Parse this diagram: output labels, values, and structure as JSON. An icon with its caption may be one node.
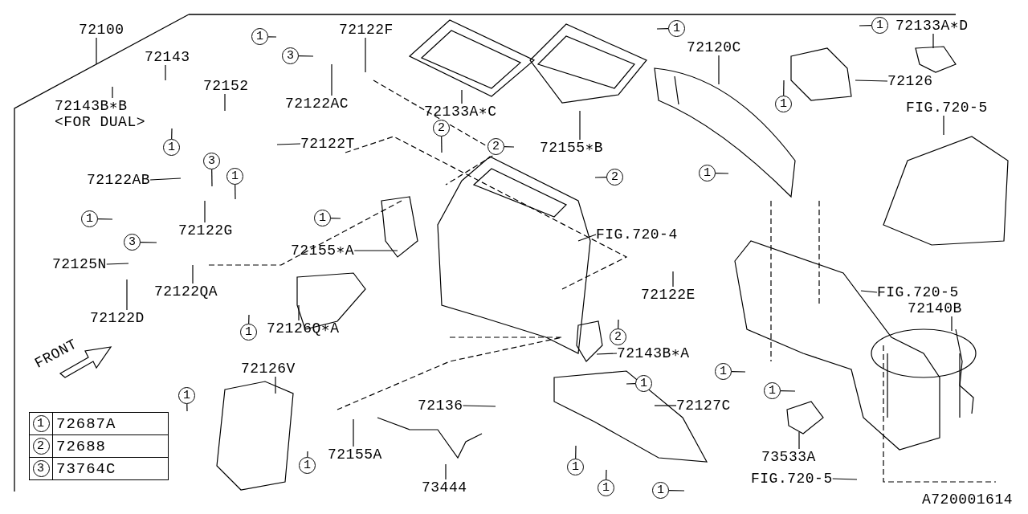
{
  "diagram": {
    "nodes": [
      {
        "text": [
          "1"
        ]
      },
      {
        "text": [
          "72133A∗D"
        ]
      },
      {
        "text": [
          "1"
        ]
      },
      {
        "text": [
          "72100"
        ]
      },
      {
        "text": [
          "72122F"
        ]
      },
      {
        "text": [
          "1"
        ]
      },
      {
        "text": [
          "72120C"
        ]
      },
      {
        "text": [
          "3"
        ]
      },
      {
        "text": [
          "72143"
        ]
      },
      {
        "text": [
          "72126"
        ]
      },
      {
        "text": [
          "72152"
        ]
      },
      {
        "text": [
          "72143B∗B",
          "<FOR DUAL>"
        ]
      },
      {
        "text": [
          "72122AC"
        ]
      },
      {
        "text": [
          "1"
        ]
      },
      {
        "text": [
          "FIG.720-5"
        ]
      },
      {
        "text": [
          "72133A∗C"
        ]
      },
      {
        "text": [
          "2"
        ]
      },
      {
        "text": [
          "72122T"
        ]
      },
      {
        "text": [
          "1"
        ]
      },
      {
        "text": [
          "72155∗B"
        ]
      },
      {
        "text": [
          "2"
        ]
      },
      {
        "text": [
          "3"
        ]
      },
      {
        "text": [
          "1"
        ]
      },
      {
        "text": [
          "1"
        ]
      },
      {
        "text": [
          "2"
        ]
      },
      {
        "text": [
          "72122AB"
        ]
      },
      {
        "text": [
          "1"
        ]
      },
      {
        "text": [
          "1"
        ]
      },
      {
        "text": [
          "72122G"
        ]
      },
      {
        "text": [
          "FIG.720-4"
        ]
      },
      {
        "text": [
          "3"
        ]
      },
      {
        "text": [
          "72155∗A"
        ]
      },
      {
        "text": [
          "72125N"
        ]
      },
      {
        "text": [
          "72122QA"
        ]
      },
      {
        "text": [
          "FIG.720-5"
        ]
      },
      {
        "text": [
          "72122E"
        ]
      },
      {
        "text": [
          "72140B"
        ]
      },
      {
        "text": [
          "72122D"
        ]
      },
      {
        "text": [
          "72126Q∗A"
        ]
      },
      {
        "text": [
          "1"
        ]
      },
      {
        "text": [
          "2"
        ]
      },
      {
        "text": [
          "72143B∗A"
        ]
      },
      {
        "text": [
          "72126V"
        ]
      },
      {
        "text": [
          "1"
        ]
      },
      {
        "text": [
          "1"
        ]
      },
      {
        "text": [
          "1"
        ]
      },
      {
        "text": [
          "1"
        ]
      },
      {
        "text": [
          "72136"
        ]
      },
      {
        "text": [
          "72127C"
        ]
      },
      {
        "text": [
          "72155A"
        ]
      },
      {
        "text": [
          "73533A"
        ]
      },
      {
        "text": [
          "1"
        ]
      },
      {
        "text": [
          "1"
        ]
      },
      {
        "text": [
          "FIG.720-5"
        ]
      },
      {
        "text": [
          "73444"
        ]
      },
      {
        "text": [
          "1"
        ]
      },
      {
        "text": [
          "1"
        ]
      },
      {
        "text": [
          "1"
        ]
      },
      {
        "text": [
          "2"
        ]
      },
      {
        "text": [
          "3"
        ]
      }
    ],
    "edges": [
      {
        "from": 0,
        "to": null,
        "arrow": "none"
      },
      {
        "from": 1,
        "to": null,
        "arrow": "none"
      },
      {
        "from": 2,
        "to": null,
        "arrow": "none"
      },
      {
        "from": 3,
        "to": null,
        "arrow": "none"
      },
      {
        "from": 4,
        "to": null,
        "arrow": "none"
      },
      {
        "from": 5,
        "to": null,
        "arrow": "none"
      },
      {
        "from": 6,
        "to": null,
        "arrow": "none"
      },
      {
        "from": 7,
        "to": null,
        "arrow": "none"
      },
      {
        "from": 8,
        "to": null,
        "arrow": "none"
      },
      {
        "from": 9,
        "to": null,
        "arrow": "none"
      },
      {
        "from": 10,
        "to": null,
        "arrow": "none"
      },
      {
        "from": 11,
        "to": null,
        "arrow": "none"
      },
      {
        "from": 12,
        "to": null,
        "arrow": "none"
      },
      {
        "from": 13,
        "to": null,
        "arrow": "none"
      },
      {
        "from": 14,
        "to": null,
        "arrow": "none"
      },
      {
        "from": 15,
        "to": null,
        "arrow": "none"
      },
      {
        "from": 16,
        "to": null,
        "arrow": "none"
      },
      {
        "from": 17,
        "to": null,
        "arrow": "none"
      },
      {
        "from": 18,
        "to": null,
        "arrow": "none"
      },
      {
        "from": 19,
        "to": null,
        "arrow": "none"
      },
      {
        "from": 20,
        "to": null,
        "arrow": "none"
      },
      {
        "from": 21,
        "to": null,
        "arrow": "none"
      },
      {
        "from": 22,
        "to": null,
        "arrow": "none"
      },
      {
        "from": 23,
        "to": null,
        "arrow": "none"
      },
      {
        "from": 24,
        "to": null,
        "arrow": "none"
      },
      {
        "from": 25,
        "to": null,
        "arrow": "none"
      },
      {
        "from": 26,
        "to": null,
        "arrow": "none"
      },
      {
        "from": 27,
        "to": null,
        "arrow": "none"
      },
      {
        "from": 28,
        "to": null,
        "arrow": "none"
      },
      {
        "from": 29,
        "to": null,
        "arrow": "none"
      },
      {
        "from": 30,
        "to": null,
        "arrow": "none"
      },
      {
        "from": 31,
        "to": null,
        "arrow": "none"
      },
      {
        "from": 32,
        "to": null,
        "arrow": "none"
      },
      {
        "from": 33,
        "to": null,
        "arrow": "none"
      },
      {
        "from": 34,
        "to": null,
        "arrow": "none"
      },
      {
        "from": 35,
        "to": null,
        "arrow": "none"
      },
      {
        "from": 36,
        "to": null,
        "arrow": "none"
      },
      {
        "from": 37,
        "to": null,
        "arrow": "none"
      },
      {
        "from": 38,
        "to": null,
        "arrow": "none"
      },
      {
        "from": 39,
        "to": null,
        "arrow": "none"
      },
      {
        "from": 40,
        "to": null,
        "arrow": "none"
      },
      {
        "from": 41,
        "to": null,
        "arrow": "none"
      },
      {
        "from": 42,
        "to": null,
        "arrow": "none"
      },
      {
        "from": 43,
        "to": null,
        "arrow": "none"
      },
      {
        "from": 44,
        "to": null,
        "arrow": "none"
      },
      {
        "from": 45,
        "to": null,
        "arrow": "none"
      },
      {
        "from": 46,
        "to": null,
        "arrow": "none"
      },
      {
        "from": 47,
        "to": null,
        "arrow": "none"
      },
      {
        "from": 48,
        "to": null,
        "arrow": "none"
      },
      {
        "from": 49,
        "to": null,
        "arrow": "none"
      },
      {
        "from": 50,
        "to": null,
        "arrow": "none"
      },
      {
        "from": 51,
        "to": null,
        "arrow": "none"
      },
      {
        "from": 52,
        "to": null,
        "arrow": "none"
      },
      {
        "from": 53,
        "to": null,
        "arrow": "none"
      },
      {
        "from": 54,
        "to": null,
        "arrow": "none"
      },
      {
        "from": 55,
        "to": null,
        "arrow": "none"
      },
      {
        "from": 56,
        "to": null,
        "arrow": "none"
      }
    ],
    "labels": [
      "FRONT",
      "72687A",
      "72688",
      "73764C",
      "A720001614"
    ]
  }
}
